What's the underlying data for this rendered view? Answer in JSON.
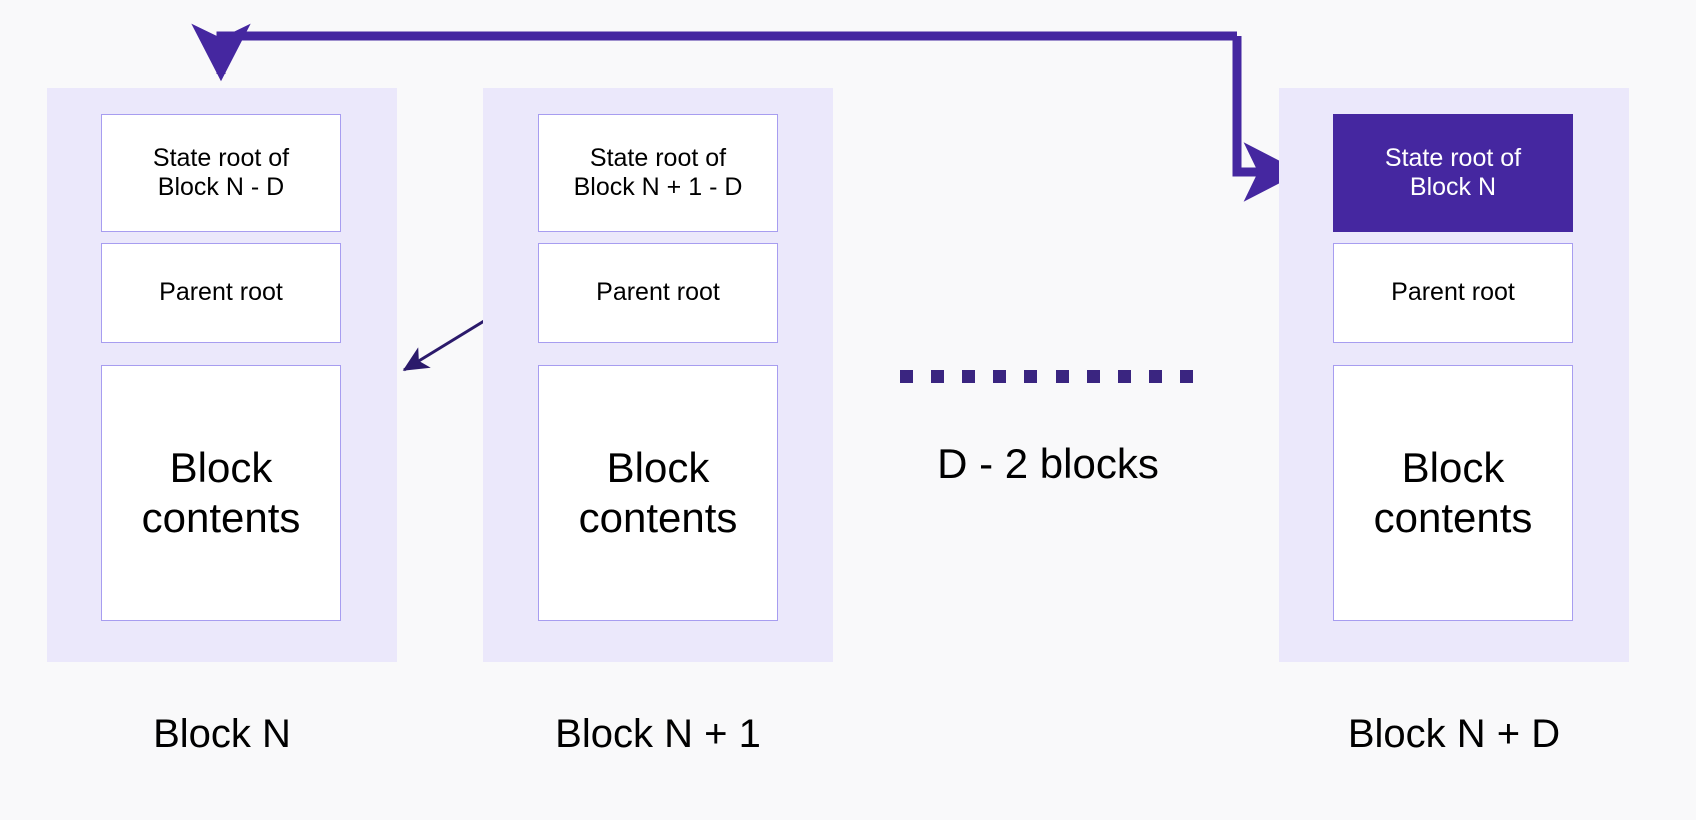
{
  "diagram": {
    "title": "Block chain state root lag diagram",
    "background_color": "#f9f9fa",
    "panel_color": "#ebe8fb",
    "cell_border_color": "#a79df0",
    "accent_color": "#4527a0",
    "arrow_color": "#3a2580"
  },
  "columns": [
    {
      "caption": "Block N",
      "cells": [
        {
          "label": "State root of\nBlock N - D",
          "style": "plain"
        },
        {
          "label": "Parent root",
          "style": "plain"
        },
        {
          "label": "Block\ncontents",
          "style": "plain"
        }
      ]
    },
    {
      "caption": "Block N + 1",
      "cells": [
        {
          "label": "State root of\nBlock N + 1 - D",
          "style": "plain"
        },
        {
          "label": "Parent root",
          "style": "plain"
        },
        {
          "label": "Block\ncontents",
          "style": "plain"
        }
      ]
    },
    {
      "caption": "Block N + D",
      "cells": [
        {
          "label": "State root of\nBlock N",
          "style": "highlight"
        },
        {
          "label": "Parent root",
          "style": "plain"
        },
        {
          "label": "Block\ncontents",
          "style": "plain"
        }
      ]
    }
  ],
  "gap": {
    "label": "D - 2 blocks",
    "dot_count": 10
  }
}
